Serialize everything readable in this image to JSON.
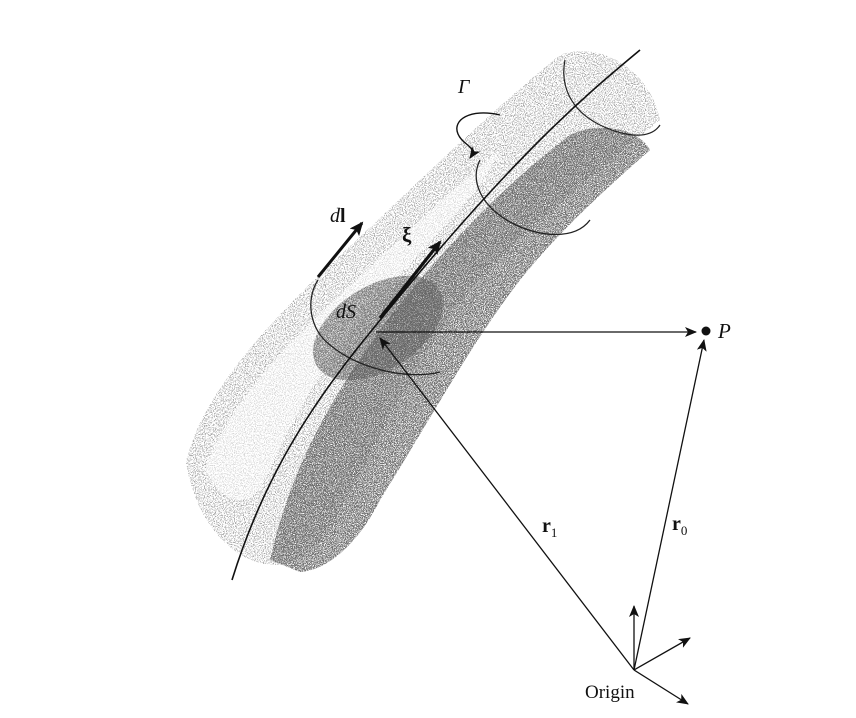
{
  "labels": {
    "gamma": "Γ",
    "dl_d": "d",
    "dl_l": "l",
    "xi": "ξ",
    "ds": "dS",
    "p": "P",
    "r1_r": "r",
    "r1_sub": "1",
    "r0_r": "r",
    "r0_sub": "0",
    "origin": "Origin"
  },
  "colors": {
    "ink": "#111111",
    "tube_stipple": "#6e6e6e",
    "core_stipple": "#2e2e2e",
    "background": "#ffffff"
  }
}
